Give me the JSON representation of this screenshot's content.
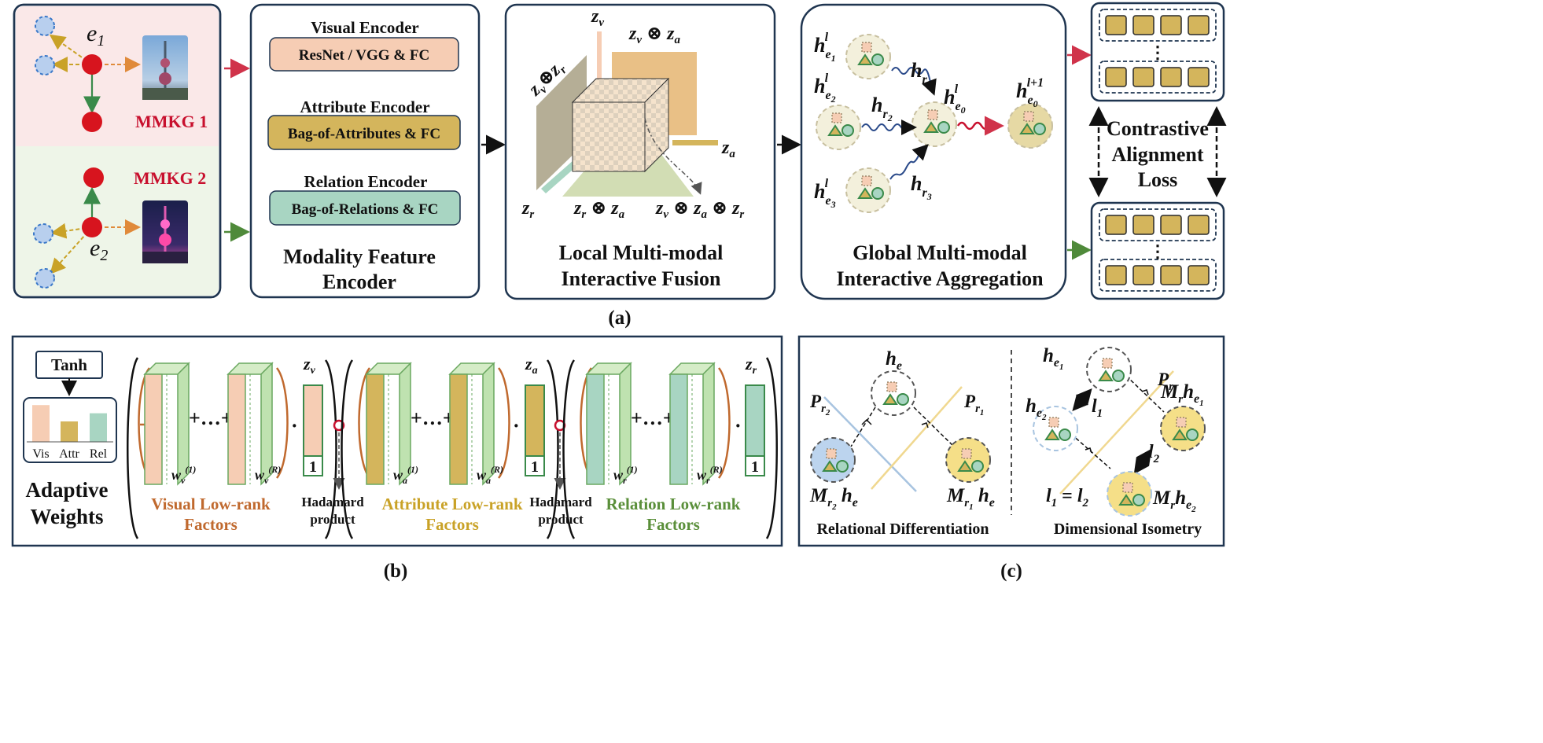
{
  "panel_a": {
    "kg": {
      "e1": "e",
      "e1_sub": "1",
      "e2": "e",
      "e2_sub": "2",
      "mmkg1": "MMKG 1",
      "mmkg2": "MMKG 2"
    },
    "encoder": {
      "visual_title": "Visual Encoder",
      "visual_box": "ResNet / VGG & FC",
      "attr_title": "Attribute Encoder",
      "attr_box": "Bag-of-Attributes & FC",
      "rel_title": "Relation Encoder",
      "rel_box": "Bag-of-Relations & FC",
      "caption_line1": "Modality Feature",
      "caption_line2": "Encoder"
    },
    "fusion": {
      "caption_line1": "Local Multi-modal",
      "caption_line2": "Interactive Fusion"
    },
    "aggregation": {
      "caption_line1": "Global Multi-modal",
      "caption_line2": "Interactive Aggregation"
    },
    "alignment": {
      "line1": "Contrastive",
      "line2": "Alignment",
      "line3": "Loss",
      "ellipsis": "⋮"
    },
    "label": "(a)"
  },
  "panel_b": {
    "tanh": "Tanh",
    "bars": [
      {
        "label": "Vis",
        "value": 0.9,
        "color": "#f6cdb4"
      },
      {
        "label": "Attr",
        "value": 0.5,
        "color": "#d4b55c"
      },
      {
        "label": "Rel",
        "value": 0.7,
        "color": "#a8d5c2"
      }
    ],
    "adaptive_line1": "Adaptive",
    "adaptive_line2": "Weights",
    "plus_dots": "+…+",
    "dot": "·",
    "one": "1",
    "visual_line1": "Visual Low-rank",
    "visual_line2": "Factors",
    "attr_line1": "Attribute Low-rank",
    "attr_line2": "Factors",
    "rel_line1": "Relation Low-rank",
    "rel_line2": "Factors",
    "hadamard_line1": "Hadamard",
    "hadamard_line2": "product",
    "label": "(b)"
  },
  "panel_c": {
    "rel_diff": "Relational Differentiation",
    "dim_iso": "Dimensional Isometry",
    "l1": "l",
    "l1_sub": "1",
    "l2": "l",
    "l2_sub": "2",
    "eq_left": "l",
    "eq_right": "l",
    "label": "(c)"
  },
  "colors": {
    "border": "#1f3550",
    "red": "#c8102e",
    "green": "#3a8a3a",
    "orange": "#e08a3a",
    "visual": "#f6cdb4",
    "attr": "#d4b55c",
    "rel": "#a8d5c2",
    "visual_text": "#c0692e",
    "attr_text": "#c9a227",
    "rel_text": "#5a8f3a"
  }
}
